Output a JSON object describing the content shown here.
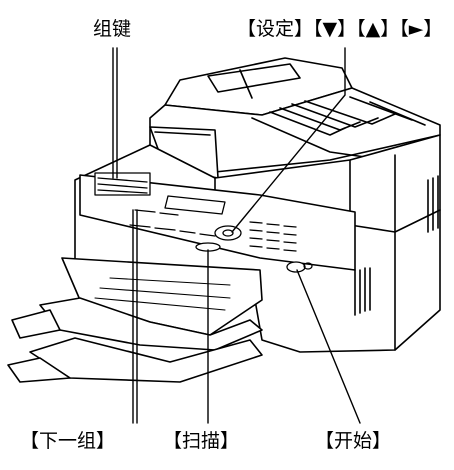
{
  "labels": {
    "group_keys": "组键",
    "set_arrows": "【设定】【▼】【▲】【►】",
    "next_group": "【下一组】",
    "scan": "【扫描】",
    "start": "【开始】"
  }
}
